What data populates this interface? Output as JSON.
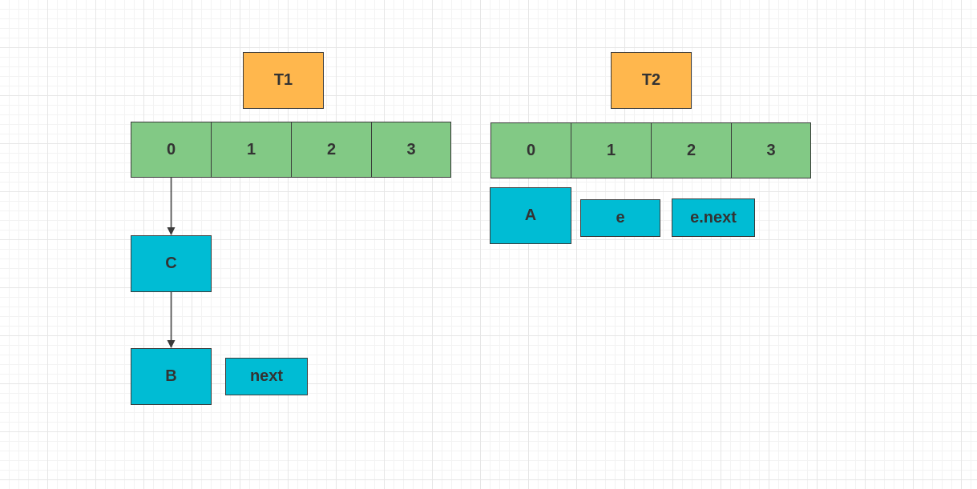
{
  "diagram": {
    "t1": {
      "label": "T1",
      "cells": [
        "0",
        "1",
        "2",
        "3"
      ],
      "chain": {
        "first": "C",
        "second": "B",
        "next_pointer": "next"
      }
    },
    "t2": {
      "label": "T2",
      "cells": [
        "0",
        "1",
        "2",
        "3"
      ],
      "node": "A",
      "e_pointer": "e",
      "e_next_pointer": "e.next"
    }
  },
  "colors": {
    "label": "#ffb74d",
    "cell": "#82c985",
    "node": "#00bcd4",
    "stroke": "#3a3a3a",
    "text": "#333333"
  }
}
